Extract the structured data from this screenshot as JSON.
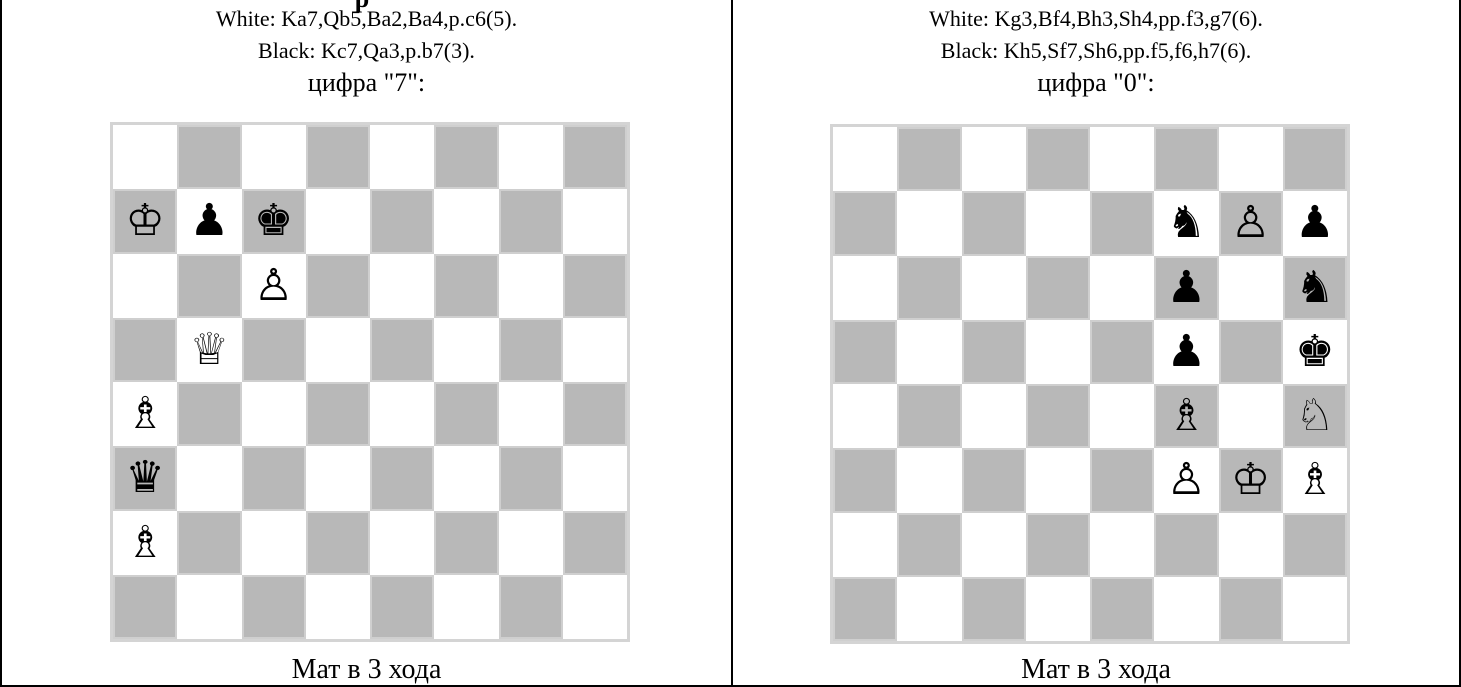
{
  "heading_fragment": "р",
  "diagrams": [
    {
      "white_line": "White: Ka7,Qb5,Ba2,Ba4,p.c6(5).",
      "black_line": "Black: Kc7,Qa3,p.b7(3).",
      "digit_label": "цифра \"7\":",
      "caption": "Мат в 3 хода",
      "pieces": [
        {
          "sq": "a7",
          "glyph": "♔",
          "name": "white-king"
        },
        {
          "sq": "b7",
          "glyph": "♟",
          "name": "black-pawn"
        },
        {
          "sq": "c7",
          "glyph": "♚",
          "name": "black-king"
        },
        {
          "sq": "c6",
          "glyph": "♙",
          "name": "white-pawn"
        },
        {
          "sq": "b5",
          "glyph": "♕",
          "name": "white-queen"
        },
        {
          "sq": "a4",
          "glyph": "♗",
          "name": "white-bishop"
        },
        {
          "sq": "a3",
          "glyph": "♛",
          "name": "black-queen"
        },
        {
          "sq": "a2",
          "glyph": "♗",
          "name": "white-bishop"
        }
      ]
    },
    {
      "white_line": "White: Kg3,Bf4,Bh3,Sh4,pp.f3,g7(6).",
      "black_line": "Black: Kh5,Sf7,Sh6,pp.f5,f6,h7(6).",
      "digit_label": "цифра \"0\":",
      "caption": "Мат в 3 хода",
      "pieces": [
        {
          "sq": "f7",
          "glyph": "♞",
          "name": "black-knight"
        },
        {
          "sq": "g7",
          "glyph": "♙",
          "name": "white-pawn"
        },
        {
          "sq": "h7",
          "glyph": "♟",
          "name": "black-pawn"
        },
        {
          "sq": "f6",
          "glyph": "♟",
          "name": "black-pawn"
        },
        {
          "sq": "h6",
          "glyph": "♞",
          "name": "black-knight"
        },
        {
          "sq": "f5",
          "glyph": "♟",
          "name": "black-pawn"
        },
        {
          "sq": "h5",
          "glyph": "♚",
          "name": "black-king"
        },
        {
          "sq": "f4",
          "glyph": "♗",
          "name": "white-bishop"
        },
        {
          "sq": "h4",
          "glyph": "♘",
          "name": "white-knight"
        },
        {
          "sq": "f3",
          "glyph": "♙",
          "name": "white-pawn"
        },
        {
          "sq": "g3",
          "glyph": "♔",
          "name": "white-king"
        },
        {
          "sq": "h3",
          "glyph": "♗",
          "name": "white-bishop"
        }
      ]
    }
  ]
}
